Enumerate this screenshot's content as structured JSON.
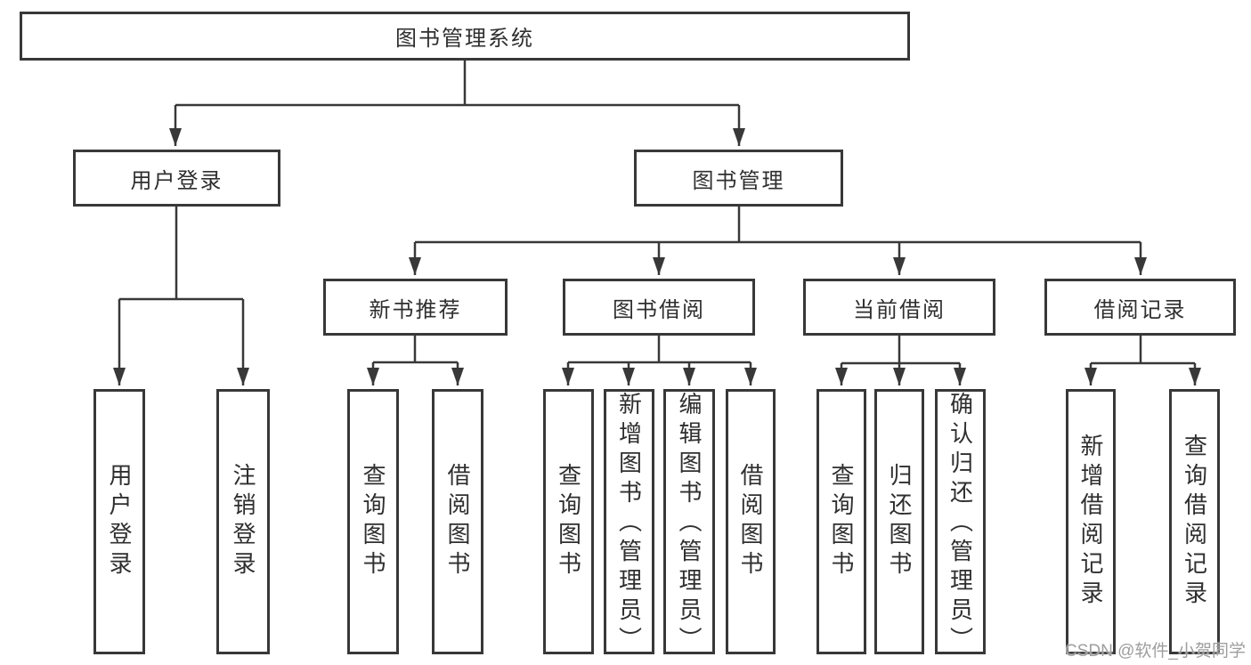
{
  "nodes": {
    "root": "图书管理系统",
    "l1": [
      "用户登录",
      "图书管理"
    ],
    "l2": [
      "新书推荐",
      "图书借阅",
      "当前借阅",
      "借阅记录"
    ],
    "leaves_login": [
      "用户登录",
      "注销登录"
    ],
    "leaves_recommend": [
      "查询图书",
      "借阅图书"
    ],
    "leaves_borrow": [
      "查询图书",
      "新增图书（管理员）",
      "编辑图书（管理员）",
      "借阅图书"
    ],
    "leaves_current": [
      "查询图书",
      "归还图书",
      "确认归还（管理员）"
    ],
    "leaves_record": [
      "新增借阅记录",
      "查询借阅记录"
    ]
  },
  "watermark": "CSDN @软件_小贺同学",
  "colors": {
    "line": "#383838",
    "text": "#2f2f2f",
    "watermark": "#9e9e9e",
    "background": "#ffffff"
  }
}
